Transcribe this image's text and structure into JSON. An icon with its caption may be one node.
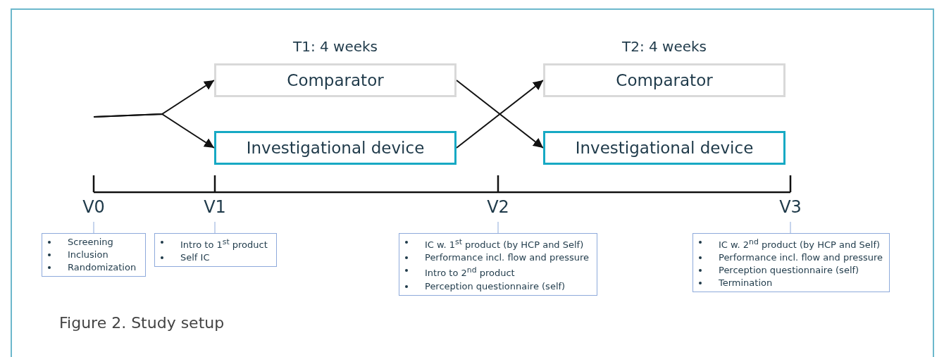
{
  "diagram": {
    "caption": "Figure 2. Study setup",
    "nodes": [
      {
        "text": [
          "Comparator"
        ],
        "beside": [
          "T1: 4 weeks"
        ]
      },
      {
        "text": [
          "Investigational device"
        ]
      },
      {
        "text": [
          "Comparator"
        ],
        "beside": [
          "T2: 4 weeks"
        ]
      },
      {
        "text": [
          "Investigational device"
        ]
      },
      {
        "text": [
          "V0"
        ]
      },
      {
        "text": [
          "Screening",
          "Inclusion",
          "Randomization"
        ]
      },
      {
        "text": [
          "V1"
        ]
      },
      {
        "text": [
          "Intro to 1$^{st}$ product",
          "Self IC"
        ]
      },
      {
        "text": [
          "V2"
        ]
      },
      {
        "text": [
          "IC w. 1$^{st}$ product (by HCP and Self)",
          "Performance incl. flow and pressure",
          "Intro to 2$^{nd}$ product",
          "Perception questionnaire (self)"
        ]
      },
      {
        "text": [
          "V3"
        ]
      },
      {
        "text": [
          "IC w. 2$^{nd}$ product (by HCP and Self)",
          "Performance incl. flow and pressure",
          "Perception questionnaire (self)",
          "Termination"
        ]
      }
    ],
    "edges": [
      {
        "from": null,
        "to": 0,
        "arrow": "to"
      },
      {
        "from": null,
        "to": 1,
        "arrow": "to"
      },
      {
        "from": 0,
        "to": 3,
        "arrow": "to"
      },
      {
        "from": 1,
        "to": 2,
        "arrow": "to"
      },
      {
        "from": 4,
        "to": 5,
        "arrow": "none",
        "color": "#8eaadb"
      },
      {
        "from": 6,
        "to": 7,
        "arrow": "none",
        "color": "#8eaadb"
      },
      {
        "from": 8,
        "to": 9,
        "arrow": "none",
        "color": "#8eaadb"
      },
      {
        "from": 10,
        "to": 11,
        "arrow": "none",
        "color": "#8eaadb"
      }
    ]
  }
}
